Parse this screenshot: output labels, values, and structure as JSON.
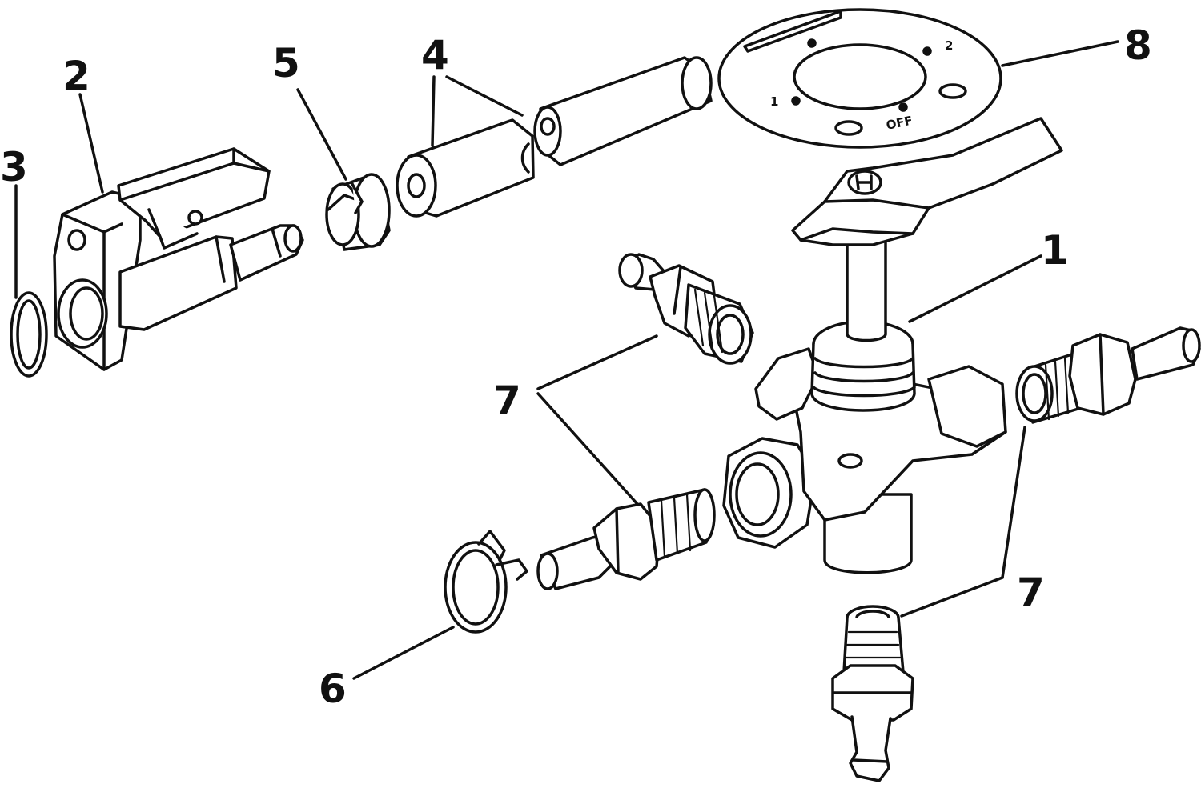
{
  "callouts": {
    "c1": "1",
    "c2": "2",
    "c3": "3",
    "c4": "4",
    "c5": "5",
    "c6": "6",
    "c7a": "7",
    "c7b": "7",
    "c8": "8"
  },
  "dial_labels": {
    "off": "OFF",
    "one": "1",
    "two": "2"
  },
  "colors": {
    "ink": "#111111",
    "paper": "#ffffff"
  }
}
